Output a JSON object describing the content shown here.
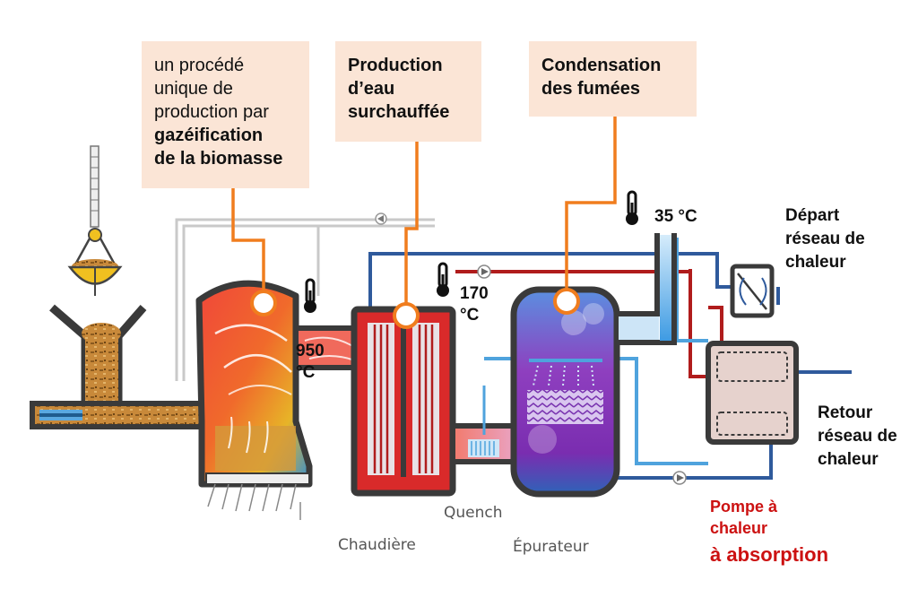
{
  "callouts": {
    "gasification": {
      "lines": [
        "un procédé",
        "unique de",
        "production par"
      ],
      "bold_lines": [
        "gazéification",
        "de la biomasse"
      ]
    },
    "superheated_water": {
      "bold_lines": [
        "Production",
        "d’eau",
        "surchauffée"
      ]
    },
    "flue_condensation": {
      "bold_lines": [
        "Condensation",
        "des fumées"
      ]
    }
  },
  "temperatures": {
    "gasifier": [
      "950",
      "°C"
    ],
    "boiler": [
      "170",
      "°C"
    ],
    "stack": "35 °C"
  },
  "labels": {
    "supply": [
      "Départ",
      "réseau de",
      "chaleur"
    ],
    "return": [
      "Retour",
      "réseau de",
      "chaleur"
    ],
    "quench": "Quench",
    "boiler": "Chaudière",
    "scrubber": "Épurateur",
    "heat_pump": [
      "Pompe à",
      "chaleur"
    ],
    "heat_pump_type": "à absorption"
  },
  "colors": {
    "callout_bg": "#fbe5d6",
    "leader": "#f07d1e",
    "pipe_hot": "#b01c1c",
    "pipe_cold": "#2f5a9c",
    "pipe_light": "#4fa3dd",
    "heat_pump_text": "#cc1111"
  },
  "icons": [
    "thermometer-icon",
    "flow-arrow-icon",
    "heat-exchanger-icon",
    "crane-grab-icon"
  ]
}
